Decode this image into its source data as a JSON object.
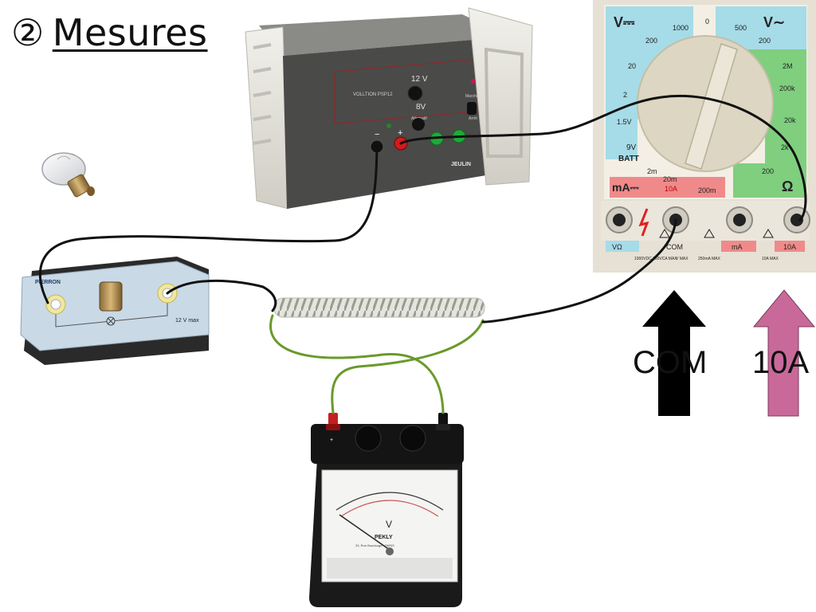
{
  "title": {
    "number": "②",
    "text": "Mesures"
  },
  "power_supply": {
    "brand": "VOLLTION PSP12",
    "v12": "12 V",
    "v8": "8V",
    "alternatif": "Alternatif",
    "marche": "Marche",
    "arret": "Arrêt",
    "jeulin": "JEULIN"
  },
  "lamp_holder": {
    "brand": "PIERRON",
    "rating": "12 V max"
  },
  "multimeter": {
    "v_dc": "V⎓",
    "v_ac": "V∼",
    "ohm": "Ω",
    "ma_dc": "mA⎓",
    "batt_v": "9V",
    "batt": "BATT",
    "ranges": {
      "r1000": "1000",
      "r0": "0",
      "r500": "500",
      "r200a": "200",
      "r200b": "200",
      "r20": "20",
      "r2": "2",
      "r1_5v": "1.5V",
      "r2m": "2M",
      "r200k": "200k",
      "r20k": "20k",
      "r2k": "2k",
      "r200": "200",
      "r2m_low": "2m",
      "r20m": "20m",
      "r10a": "10A",
      "r200m": "200m"
    },
    "jacks": {
      "vo": "VΩ",
      "com": "COM",
      "ma": "mA",
      "a10": "10A"
    },
    "warn_vo": "1000VDC 750VCA MAX",
    "warn_com": "V MAX",
    "warn_ma": "250mA MAX",
    "warn_10a": "10A MAX"
  },
  "voltmeter": {
    "unit": "V",
    "brand": "PEKLY",
    "address": "33, Rue Bourtouge - PARIS",
    "plus": "+"
  },
  "arrows": {
    "com": {
      "label": "COM",
      "color": "#000000"
    },
    "ten_a": {
      "label": "10A",
      "color": "#c8699a"
    }
  },
  "colors": {
    "wire_black": "#111111",
    "wire_green": "#6a9a2a",
    "meter_blue": "#a6dbe8",
    "meter_green": "#7fcf7f",
    "meter_red": "#f08a8a"
  }
}
